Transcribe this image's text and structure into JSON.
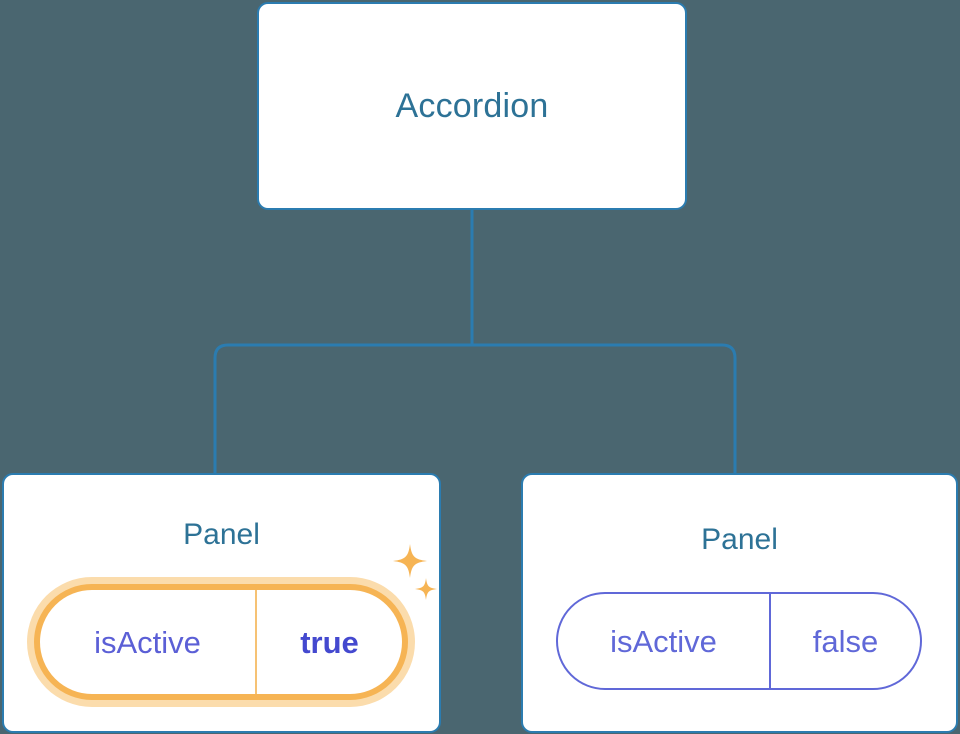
{
  "diagram": {
    "type": "component-tree",
    "background_color": "#4a6670",
    "node_border_color": "#2b7cb0",
    "node_text_color": "#2d7296",
    "connector_color": "#2b7cb0",
    "highlight_color": "#f6b454",
    "highlight_glow_color": "#fbdcac",
    "prop_text_color": "#6068d8",
    "prop_active_value_color": "#4449cf"
  },
  "root": {
    "title": "Accordion"
  },
  "panels": [
    {
      "title": "Panel",
      "highlighted": true,
      "prop": {
        "key": "isActive",
        "value": "true"
      },
      "sparkles": "sparkle-icon"
    },
    {
      "title": "Panel",
      "highlighted": false,
      "prop": {
        "key": "isActive",
        "value": "false"
      }
    }
  ]
}
